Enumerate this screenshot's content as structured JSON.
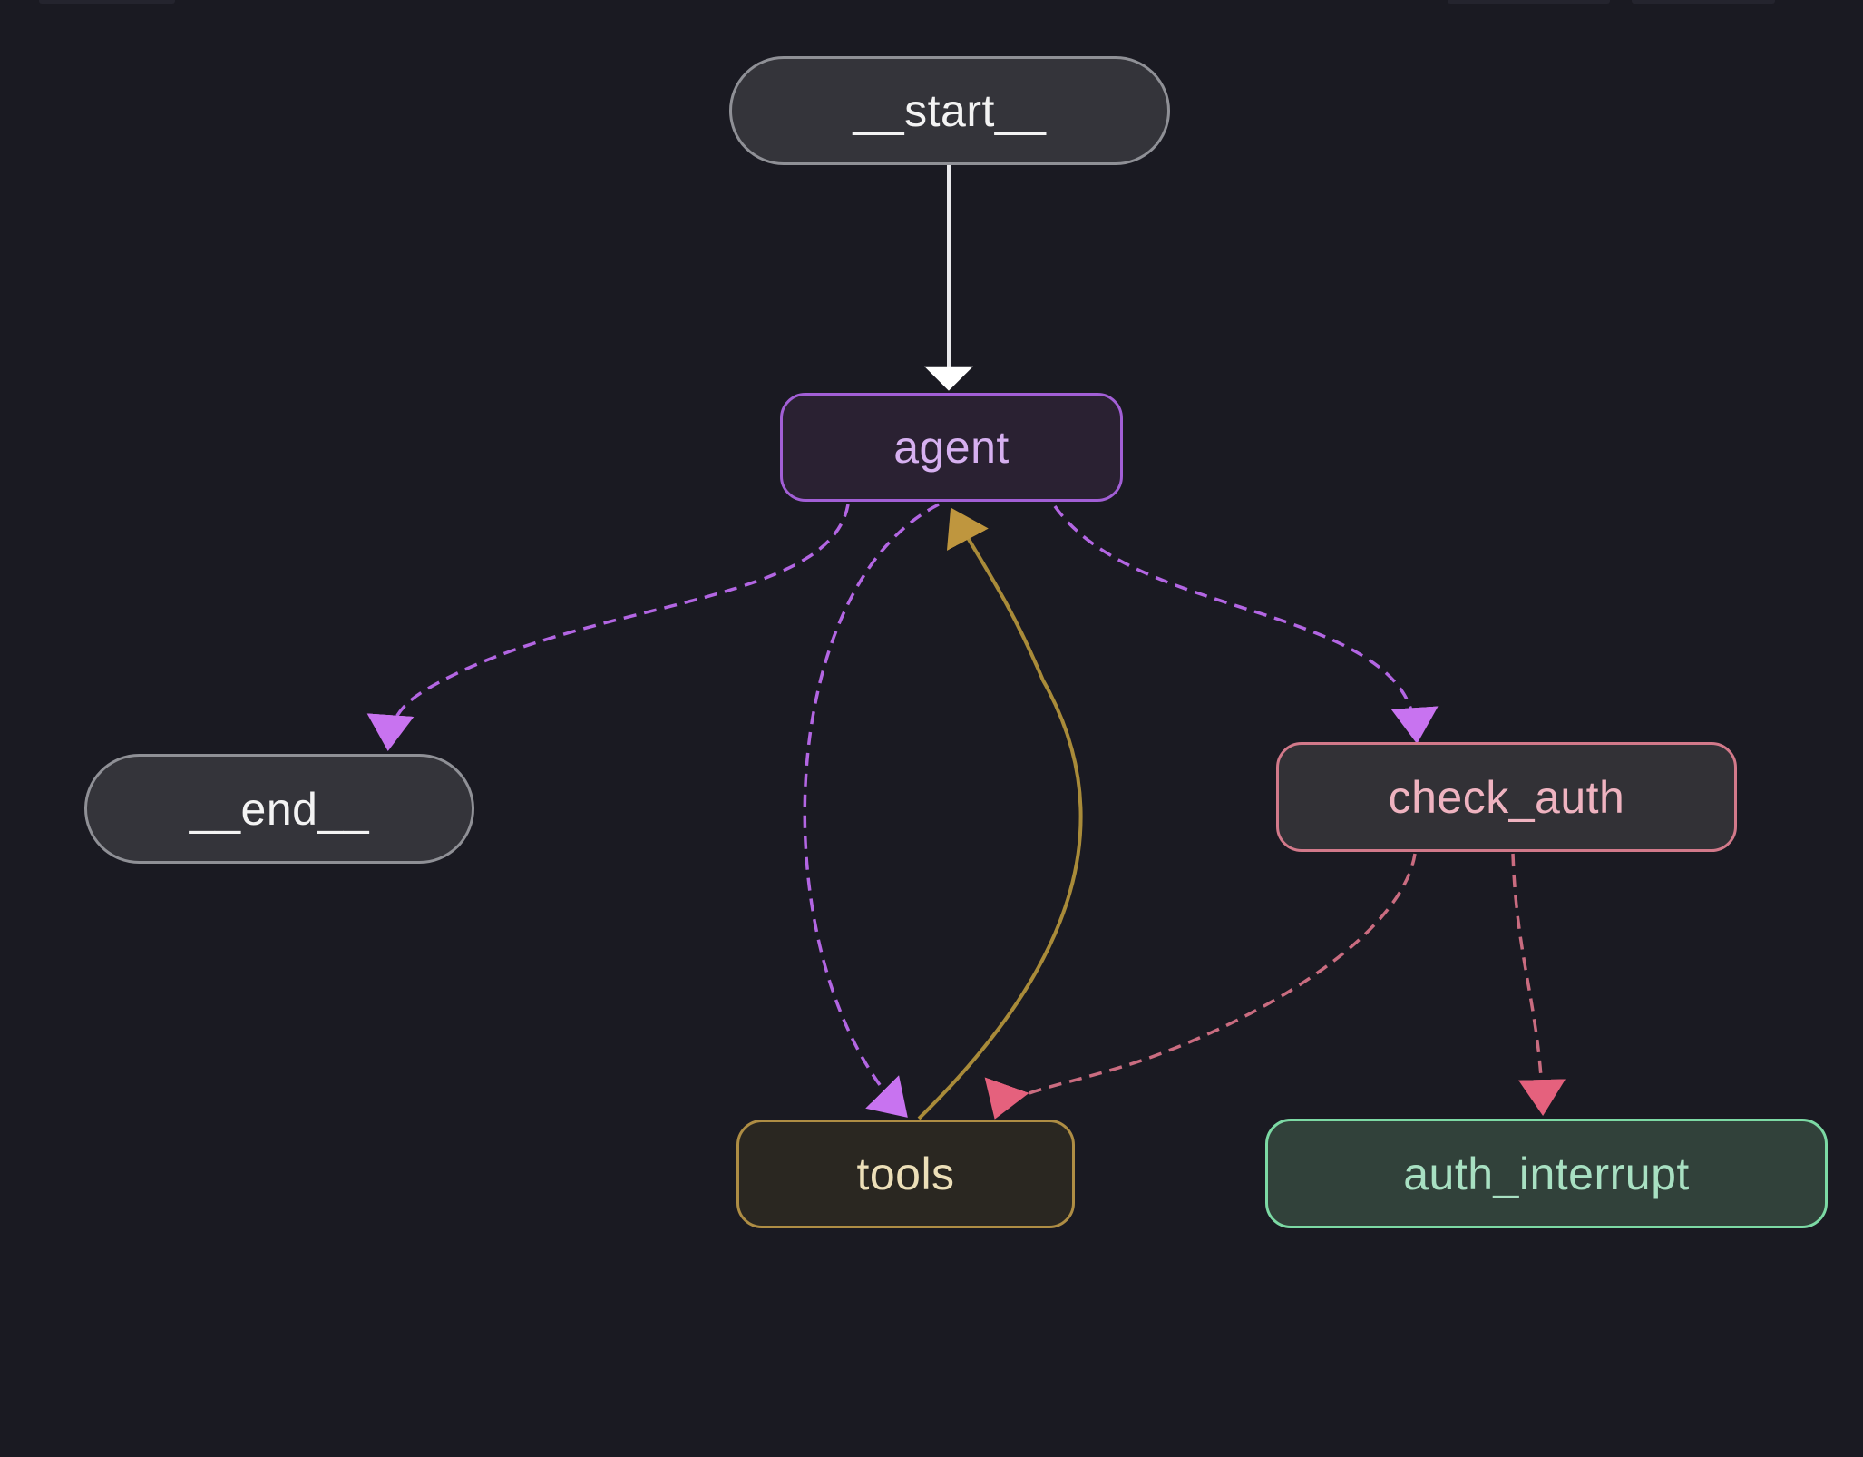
{
  "diagram": {
    "type": "state-graph",
    "background_color": "#1a1a22",
    "nodes": {
      "start": {
        "id": "__start__",
        "label": "__start__",
        "shape": "pill",
        "border_color": "#8f9096",
        "fill_color": "#34343a",
        "text_color": "#f3f3f3"
      },
      "agent": {
        "id": "agent",
        "label": "agent",
        "shape": "rounded-rect",
        "border_color": "#a25fd6",
        "fill_color": "#2a2132",
        "text_color": "#d6b0f0"
      },
      "end": {
        "id": "__end__",
        "label": "__end__",
        "shape": "pill",
        "border_color": "#8f9096",
        "fill_color": "#34343a",
        "text_color": "#f3f3f3"
      },
      "check_auth": {
        "id": "check_auth",
        "label": "check_auth",
        "shape": "rounded-rect",
        "border_color": "#d2798a",
        "fill_color": "#323136",
        "text_color": "#efb3c0"
      },
      "tools": {
        "id": "tools",
        "label": "tools",
        "shape": "rounded-rect",
        "border_color": "#ae8d44",
        "fill_color": "#2a2721",
        "text_color": "#ecdfb8"
      },
      "auth_interrupt": {
        "id": "auth_interrupt",
        "label": "auth_interrupt",
        "shape": "rounded-rect",
        "border_color": "#7cd9a4",
        "fill_color": "#31413a",
        "text_color": "#a8e0c2"
      }
    },
    "edges": [
      {
        "from": "__start__",
        "to": "agent",
        "line_style": "solid",
        "color": "#e9e9ec",
        "arrow_color": "#ffffff"
      },
      {
        "from": "agent",
        "to": "__end__",
        "line_style": "dashed",
        "color": "#b366e3",
        "arrow_color": "#c873f0"
      },
      {
        "from": "agent",
        "to": "tools",
        "line_style": "dashed",
        "color": "#b366e3",
        "arrow_color": "#c873f0"
      },
      {
        "from": "tools",
        "to": "agent",
        "line_style": "solid",
        "color": "#a98b39",
        "arrow_color": "#bf963e"
      },
      {
        "from": "agent",
        "to": "check_auth",
        "line_style": "dashed",
        "color": "#b366e3",
        "arrow_color": "#c873f0"
      },
      {
        "from": "check_auth",
        "to": "tools",
        "line_style": "dashed",
        "color": "#ca6c80",
        "arrow_color": "#e5617d"
      },
      {
        "from": "check_auth",
        "to": "auth_interrupt",
        "line_style": "dashed",
        "color": "#ca6c80",
        "arrow_color": "#e5617d"
      }
    ]
  }
}
